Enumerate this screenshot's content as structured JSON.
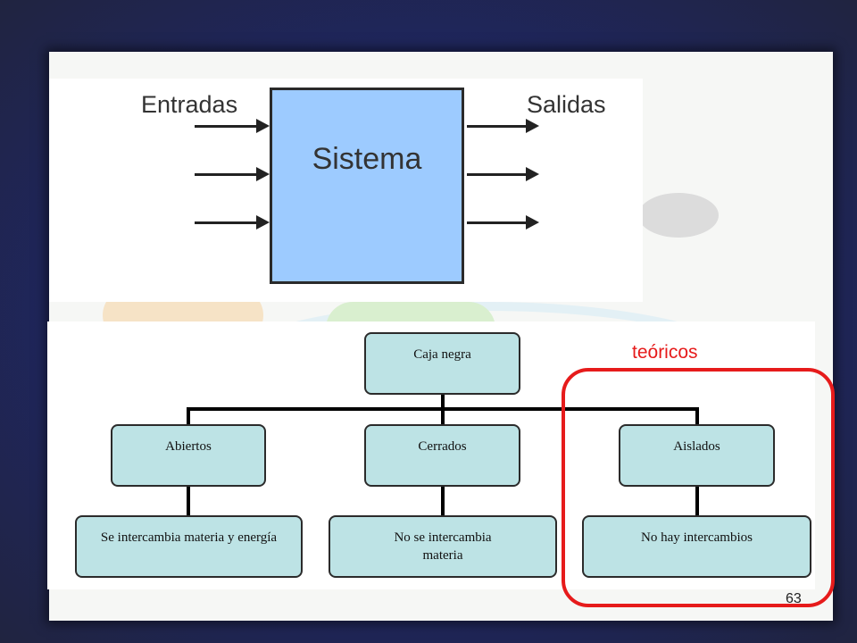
{
  "diagram_top": {
    "inputs_label": "Entradas",
    "outputs_label": "Salidas",
    "system_label": "Sistema"
  },
  "diagram_tree": {
    "root": "Caja negra",
    "children": [
      {
        "label": "Abiertos",
        "detail": "Se intercambia materia y energía"
      },
      {
        "label": "Cerrados",
        "detail": "No se intercambia materia"
      },
      {
        "label": "Aislados",
        "detail": "No hay intercambios"
      }
    ]
  },
  "annotation": {
    "label": "teóricos",
    "color": "#e61b1b"
  },
  "page_number": "63",
  "colors": {
    "system_box": "#9dcbff",
    "tree_node": "#bde3e5",
    "frame": "#1f2660"
  }
}
